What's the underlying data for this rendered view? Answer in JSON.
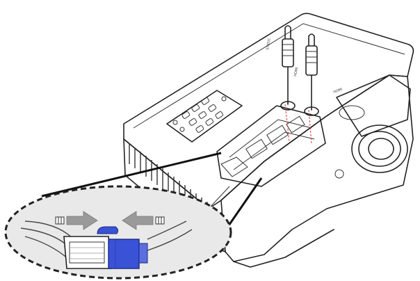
{
  "labels": {
    "left_port": "STATIC",
    "right_port": "HDMI",
    "lens_label": "HDMI"
  },
  "colors": {
    "line": "#222222",
    "arrow": "#9a9a9a",
    "connector_blue": "#3a52d6",
    "plug_gray": "#e8e8e8",
    "callout_fill": "#e9e9e9"
  },
  "icons": {
    "insert_arrow_left": "arrow-right-icon",
    "insert_arrow_right": "arrow-left-icon"
  }
}
